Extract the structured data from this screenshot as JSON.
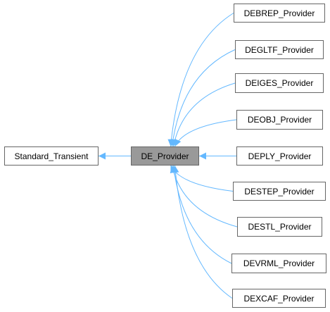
{
  "diagram": {
    "edge_color": "#63b8ff",
    "focus_fill": "#999999",
    "base_class": "Standard_Transient",
    "focus_class": "DE_Provider",
    "derived_classes": [
      "DEBREP_Provider",
      "DEGLTF_Provider",
      "DEIGES_Provider",
      "DEOBJ_Provider",
      "DEPLY_Provider",
      "DESTEP_Provider",
      "DESTL_Provider",
      "DEVRML_Provider",
      "DEXCAF_Provider"
    ]
  }
}
